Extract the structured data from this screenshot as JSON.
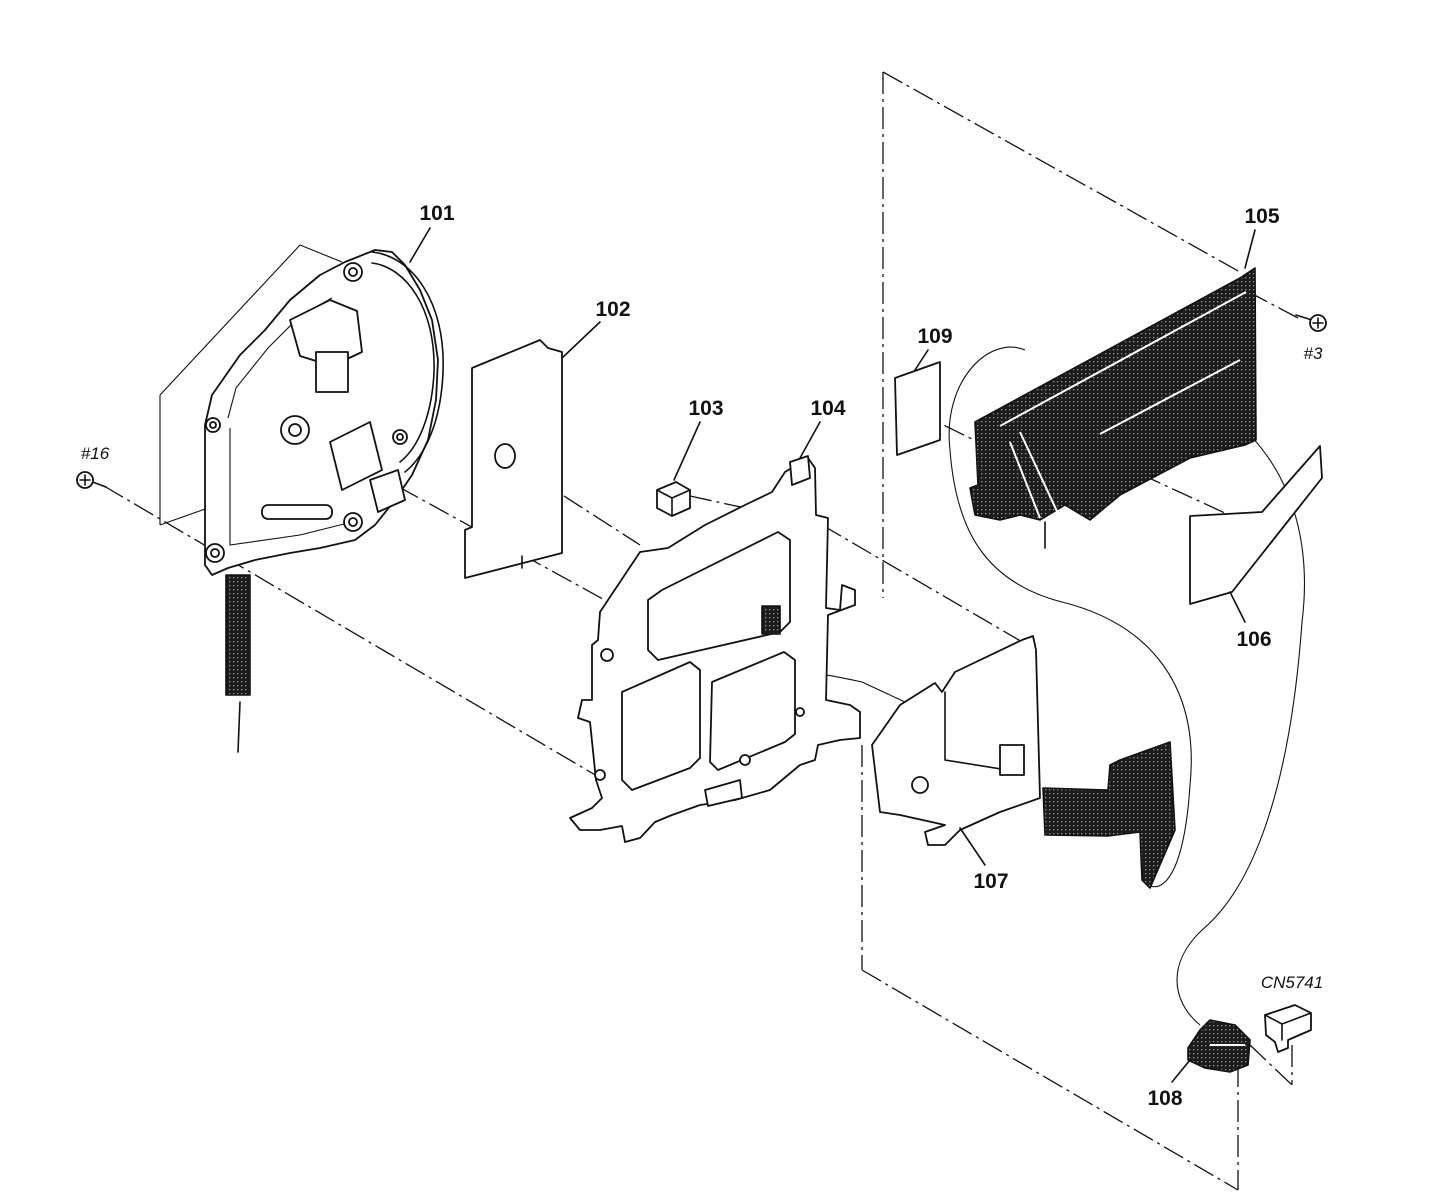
{
  "callouts": {
    "c101": "101",
    "c102": "102",
    "c103": "103",
    "c104": "104",
    "c105": "105",
    "c106": "106",
    "c107": "107",
    "c108": "108",
    "c109": "109"
  },
  "screws": {
    "s16": "#16",
    "s3": "#3"
  },
  "connector_label": "CN5741"
}
